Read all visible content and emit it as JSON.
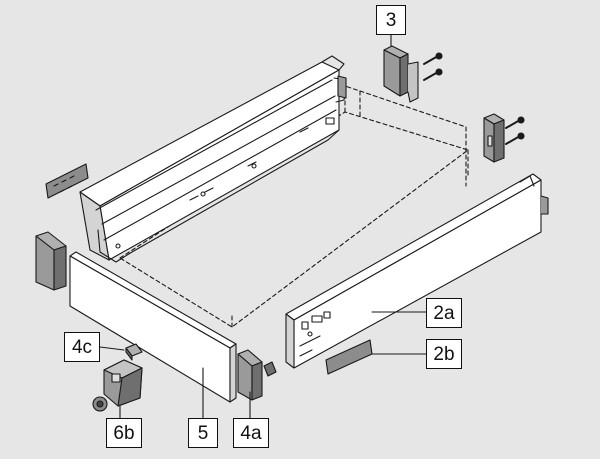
{
  "colors": {
    "background": "#e6e6e6",
    "panel_fill": "#ffffff",
    "panel_shadow": "#d4d4d4",
    "cap_fill": "#9a9a9a",
    "cap_dark": "#6f6f6f",
    "line": "#1a1a1a",
    "callout_border": "#111111"
  },
  "callouts": {
    "part_3": "3",
    "part_2a": "2a",
    "part_2b": "2b",
    "part_4c": "4c",
    "part_6b": "6b",
    "part_5": "5",
    "part_4a": "4a"
  },
  "icons": {
    "left_side": "drawer-side-panel-left",
    "right_side": "drawer-side-panel-right",
    "front": "drawer-front-panel",
    "rear_brackets": "rear-wall-bracket",
    "screws": "screw",
    "front_caps": "front-fixing-cap",
    "cover_cap": "cover-cap-2b",
    "clip": "clip-4c",
    "adjuster": "height-adjuster-6b"
  }
}
